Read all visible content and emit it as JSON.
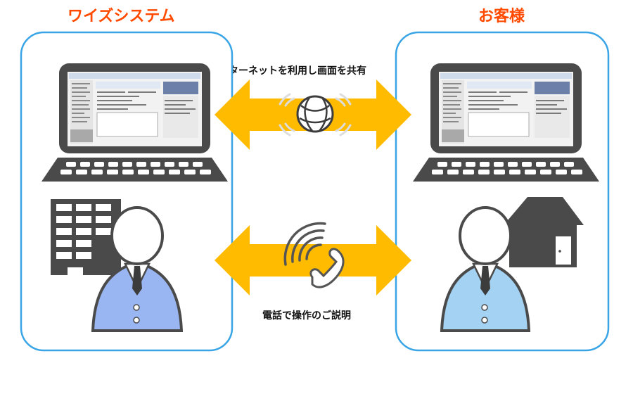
{
  "left": {
    "title": "ワイズシステム"
  },
  "right": {
    "title": "お客様"
  },
  "arrows": {
    "top_label": "インターネットを利用し画面を共有",
    "bottom_label": "電話で操作のご説明"
  },
  "colors": {
    "title_text": "#ff4a00",
    "frame_border": "#3aa5e6",
    "arrow": "#ffbb00",
    "device_dark": "#4a4a4a",
    "left_suit": "#9ab6f2",
    "right_suit": "#a3d2f2"
  },
  "icons": {
    "left_building": "office-building-icon",
    "right_house": "house-icon",
    "globe": "globe-network-icon",
    "phone": "phone-handset-icon"
  }
}
